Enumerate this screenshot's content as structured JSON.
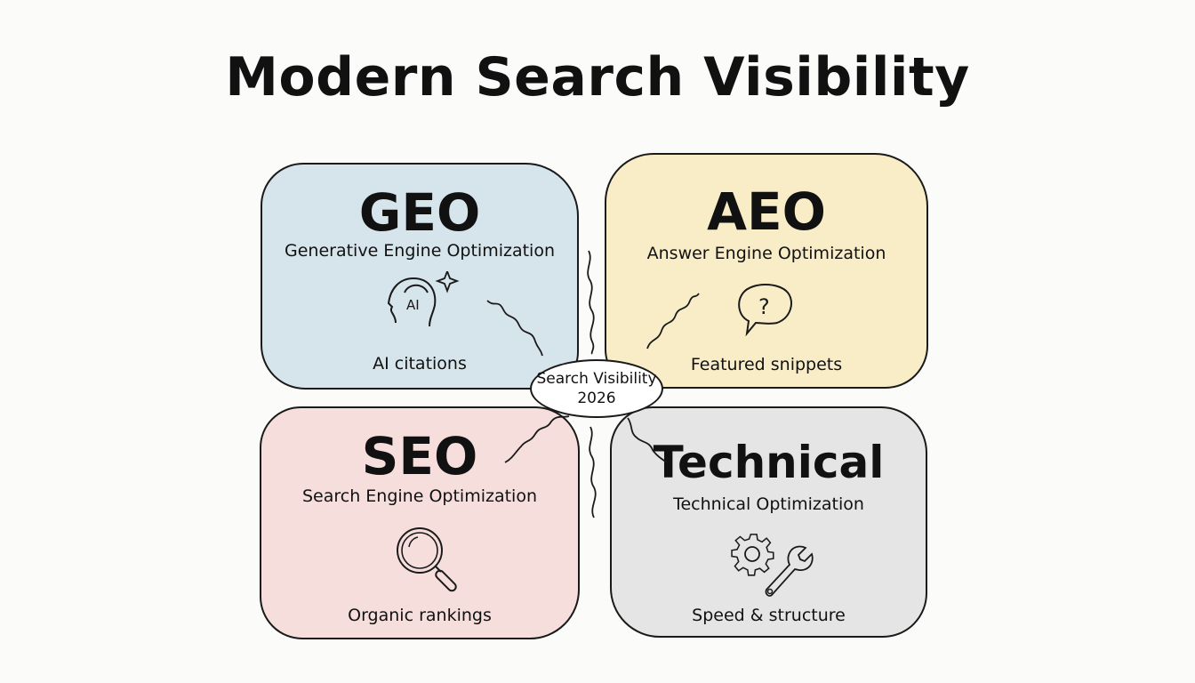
{
  "title": "Modern Search Visibility",
  "center": {
    "line1": "Search Visibility",
    "line2": "2026"
  },
  "quadrants": [
    {
      "abbr": "GEO",
      "full": "Generative Engine Optimization",
      "icon": "ai-head-icon",
      "caption": "AI citations",
      "color": "#d6e4ec"
    },
    {
      "abbr": "AEO",
      "full": "Answer Engine Optimization",
      "icon": "question-speech-bubble-icon",
      "caption": "Featured snippets",
      "color": "#f9edc8"
    },
    {
      "abbr": "SEO",
      "full": "Search Engine Optimization",
      "icon": "magnifying-glass-icon",
      "caption": "Organic rankings",
      "color": "#f5dedb"
    },
    {
      "abbr": "Technical",
      "full": "Technical Optimization",
      "icon": "gear-wrench-icon",
      "caption": "Speed & structure",
      "color": "#e5e5e5"
    }
  ],
  "icon_labels": {
    "ai_head_text": "AI",
    "question_mark": "?"
  }
}
